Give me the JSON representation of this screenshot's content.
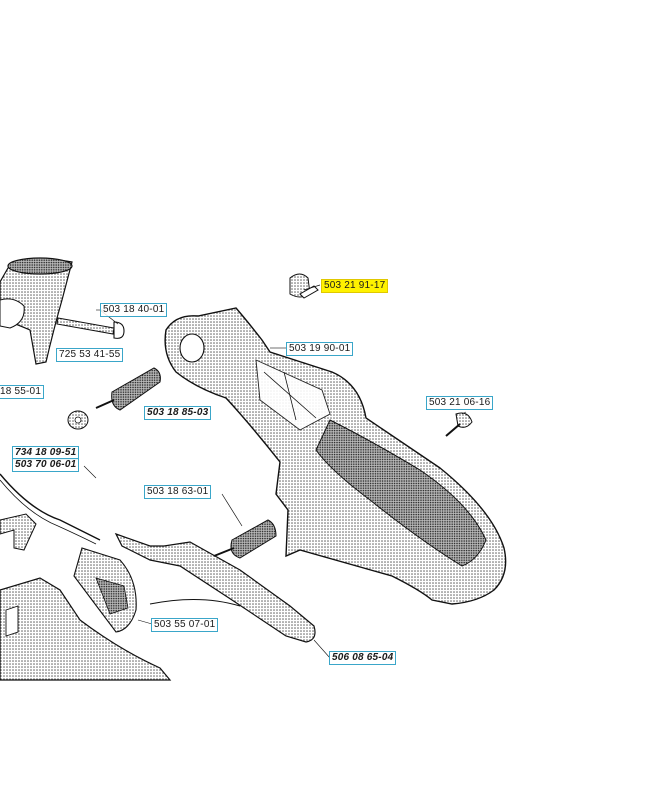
{
  "parts": {
    "p1": "503 21 91-17",
    "p2": "503 18 40-01",
    "p3": "725 53 41-55",
    "p4": "503 19 90-01",
    "p5": "18 55-01",
    "p6": "503 18 85-03",
    "p7": "503 21 06-16",
    "p8": "734 18 09-51",
    "p9": "503 70 06-01",
    "p10": "503 18 63-01",
    "p11": "503 55 07-01",
    "p12": "506 08 65-04"
  },
  "colors": {
    "highlight": "#fff200",
    "label_border": "#3aa6c9"
  }
}
